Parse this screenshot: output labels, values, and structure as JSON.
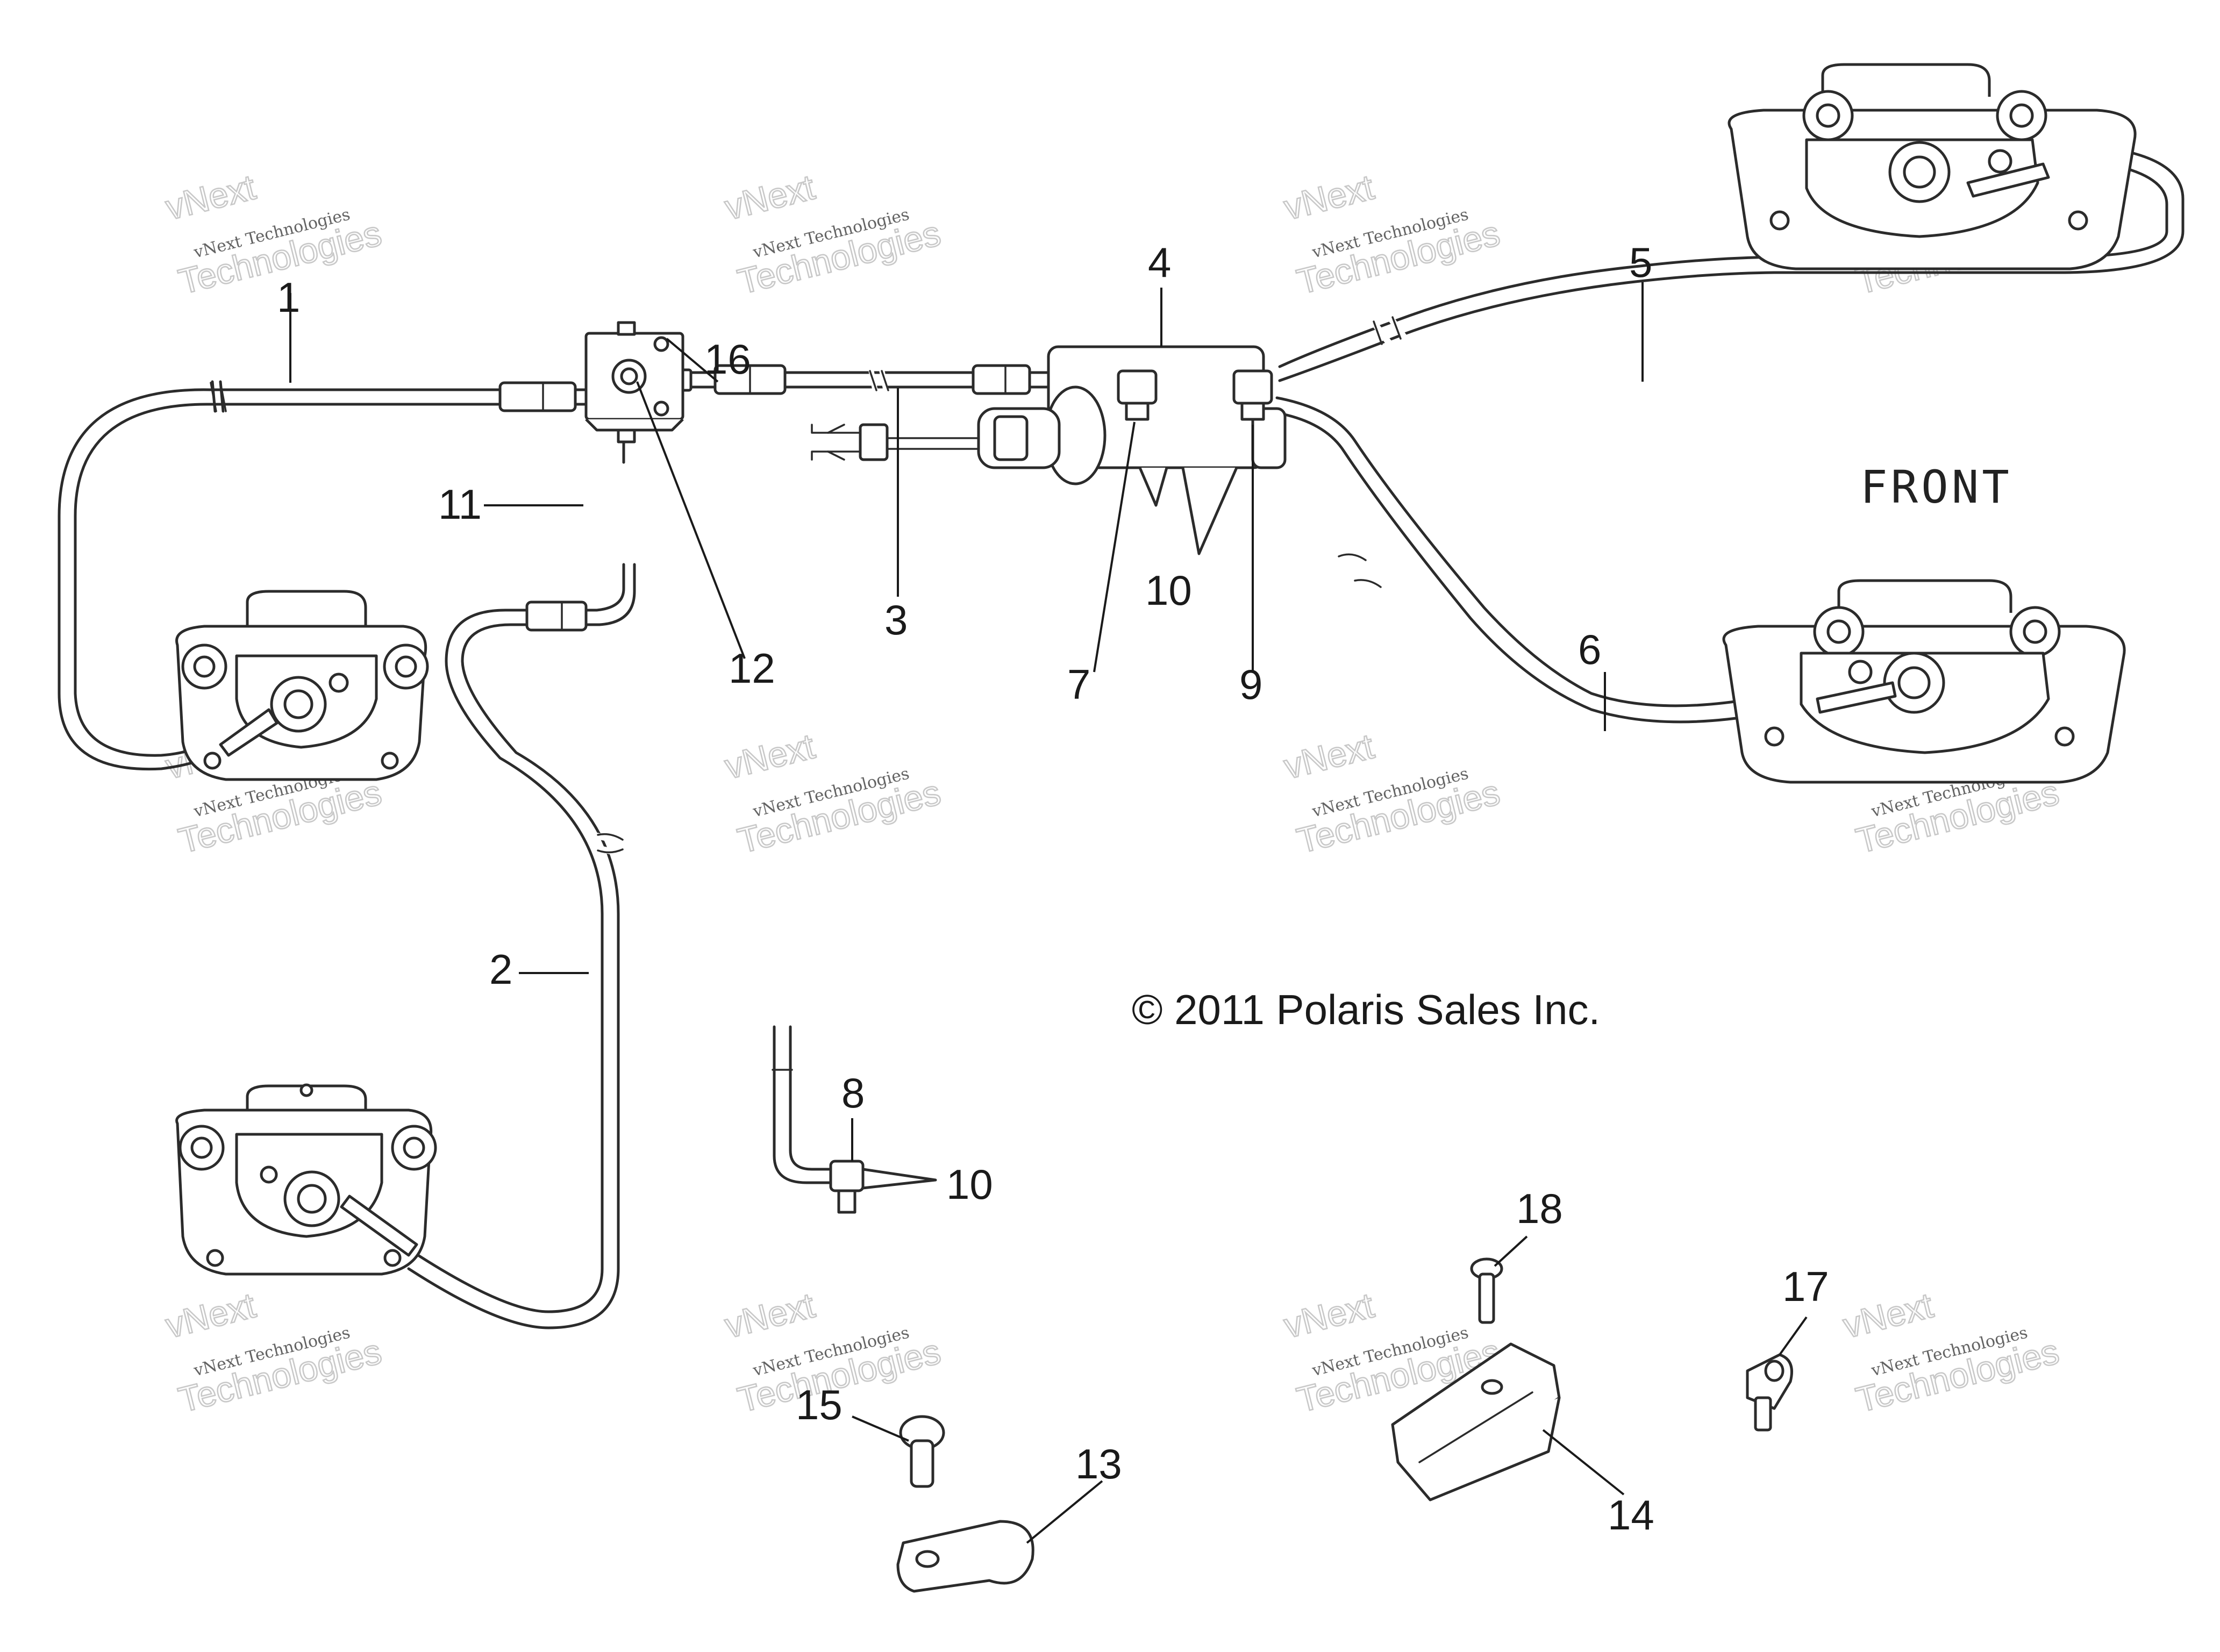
{
  "diagram": {
    "front_label": "FRONT",
    "copyright": "© 2011 Polaris Sales Inc.",
    "watermark": {
      "line1": "vNext Technologies",
      "line2": "Technologies",
      "ghost": "vNext"
    },
    "callouts": [
      "1",
      "2",
      "3",
      "4",
      "5",
      "6",
      "7",
      "8",
      "9",
      "10",
      "10",
      "11",
      "12",
      "13",
      "14",
      "15",
      "16",
      "17",
      "18"
    ]
  }
}
